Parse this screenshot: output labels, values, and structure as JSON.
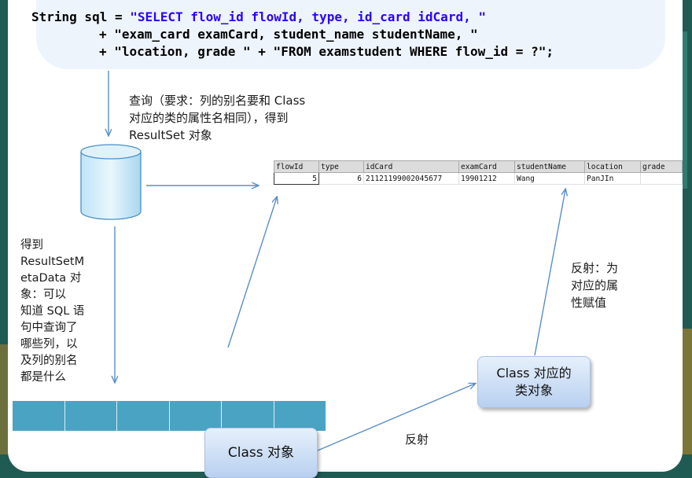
{
  "code": {
    "line1_kw": "String sql = ",
    "line1_str": "\"SELECT flow_id flowId, type, id_card idCard, \"",
    "line2": "+ \"exam_card examCard, student_name studentName, \"",
    "line3": "+ \"location, grade \" + \"FROM examstudent WHERE flow_id = ?\";"
  },
  "notes": {
    "query_line1": "查询（要求：列的别名要和 Class",
    "query_line2": "对应的类的属性名相同），得到",
    "query_line3": "ResultSet 对象",
    "meta": [
      "得到",
      "ResultSetM",
      "etaData 对",
      "象：可以",
      "知道 SQL 语",
      "句中查询了",
      "哪些列，以",
      "及列的别名",
      "都是什么"
    ],
    "assign": [
      "反射：为",
      "对应的属",
      "性赋值"
    ],
    "reflect": "反射"
  },
  "table": {
    "headers": [
      "flowId",
      "type",
      "idCard",
      "examCard",
      "studentName",
      "location",
      "grade"
    ],
    "row": [
      "5",
      "6",
      "21121199002045677",
      "19901212",
      "Wang",
      "PanJIn",
      ""
    ]
  },
  "boxes": {
    "class_obj": "Class 对象",
    "instance_line1": "Class  对应的",
    "instance_line2": "类对象"
  },
  "colors": {
    "string_literal": "#2a00ff",
    "meta_bar": "#4ba3c3",
    "box_fill": "#c9dcf4",
    "frame": "#1f5b52",
    "accent": "#e8b22c"
  }
}
